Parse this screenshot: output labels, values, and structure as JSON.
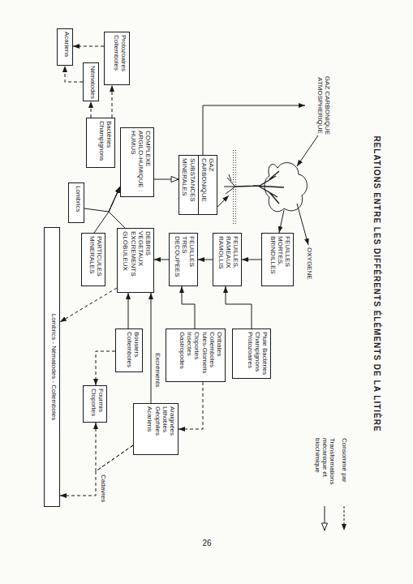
{
  "diagram": {
    "title": "RELATIONS ENTRE LES DIFFÉRENTS ÉLÉMENTS DE LA LITIÈRE",
    "nodes": [
      {
        "text": [
          "FEUILLES MORTES, BRINDILLES"
        ]
      },
      {
        "text": [
          "Pluie Bactéries Champignons Protozoaires"
        ]
      },
      {
        "text": [
          "FEUILLES, RAMEAUX RAMOLLIS"
        ]
      },
      {
        "text": [
          "Oribates Collemboles Iules-Glomeris Cloportes Insectes Gastropodes"
        ]
      },
      {
        "text": [
          "GAZ CARBONIQUE",
          "SUBSTANCES MINERALES"
        ]
      },
      {
        "text": [
          "FEUILLES TRES DECOUPEES"
        ]
      },
      {
        "text": [
          "Araignées Lithobies Géophiles Acariens"
        ]
      },
      {
        "text": [
          "COMPLEXE ARGILO-HUMIQUE : HUMUS"
        ]
      },
      {
        "text": [
          "DEBRIS VEGETAUX EXCREMENTS GLOBULEUX"
        ]
      },
      {
        "text": [
          "Bousiers Collemboles"
        ]
      },
      {
        "text": [
          "Protozoaires Collemboles"
        ]
      },
      {
        "text": [
          "Bactéries Champignons"
        ]
      },
      {
        "text": [
          "PARTICULES MINERALES"
        ]
      },
      {
        "text": [
          "Fourmis Cloportes"
        ]
      },
      {
        "text": [
          "Nématodes"
        ]
      },
      {
        "text": [
          "Lombrics"
        ]
      },
      {
        "text": [
          "Acariens"
        ]
      },
      {
        "text": [
          "Lombrics - Nématodes - Collemboles"
        ]
      }
    ],
    "edges": [
      {
        "from": 0,
        "to": 2,
        "arrow": "to"
      },
      {
        "from": 2,
        "to": 5,
        "arrow": "to"
      },
      {
        "from": 5,
        "to": 8,
        "arrow": "to"
      },
      {
        "from": 8,
        "to": 7,
        "arrow": "to"
      },
      {
        "from": 12,
        "to": 7,
        "arrow": "to"
      },
      {
        "from": 15,
        "to": 7,
        "arrow": "to"
      },
      {
        "from": 7,
        "to": 4,
        "arrow": "to"
      },
      {
        "from": 11,
        "to": 10,
        "arrow": "to"
      },
      {
        "from": 11,
        "to": 14,
        "arrow": "to"
      },
      {
        "from": 10,
        "to": 16,
        "arrow": "to"
      },
      {
        "from": 14,
        "to": 16,
        "arrow": "to"
      },
      {
        "from": 1,
        "to": 2,
        "arrow": "to"
      },
      {
        "from": 3,
        "to": 5,
        "arrow": "to"
      },
      {
        "from": 9,
        "to": 8,
        "arrow": "to"
      },
      {
        "from": 3,
        "to": 6,
        "arrow": "to"
      },
      {
        "from": 6,
        "to": 8,
        "arrow": "to"
      },
      {
        "from": 6,
        "to": 13,
        "arrow": "to"
      },
      {
        "from": 9,
        "to": 13,
        "arrow": "to"
      },
      {
        "from": 8,
        "to": 17,
        "arrow": "to"
      },
      {
        "from": 6,
        "to": 17,
        "arrow": "to"
      }
    ],
    "labels": [
      "GAZ CARBONIQUE ATMOSPHERIQUE",
      "OXYGENE",
      "Excréments",
      "Cadavres",
      "26"
    ],
    "legend": [
      {
        "text": "Consommé par"
      },
      {
        "text": "Transformations mécanique et biochimique"
      }
    ]
  }
}
